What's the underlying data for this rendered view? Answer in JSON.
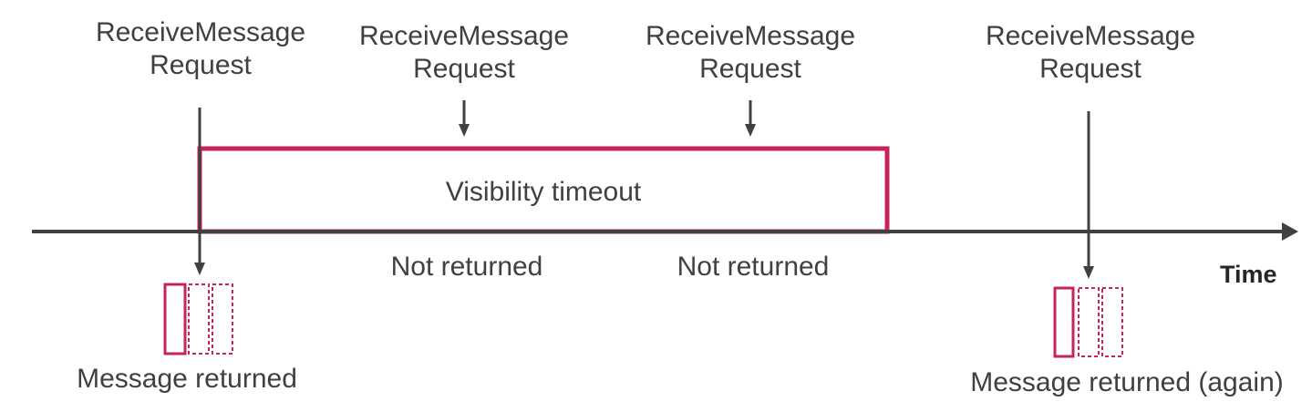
{
  "requests": [
    {
      "line1": "ReceiveMessage",
      "line2": "Request"
    },
    {
      "line1": "ReceiveMessage",
      "line2": "Request"
    },
    {
      "line1": "ReceiveMessage",
      "line2": "Request"
    },
    {
      "line1": "ReceiveMessage",
      "line2": "Request"
    }
  ],
  "visibility_timeout_label": "Visibility timeout",
  "not_returned_labels": [
    "Not returned",
    "Not returned"
  ],
  "outcomes": {
    "first": "Message returned",
    "second": "Message returned (again)"
  },
  "axis_label": "Time",
  "colors": {
    "accent": "#C7245E",
    "line": "#404040",
    "text": "#404040"
  }
}
